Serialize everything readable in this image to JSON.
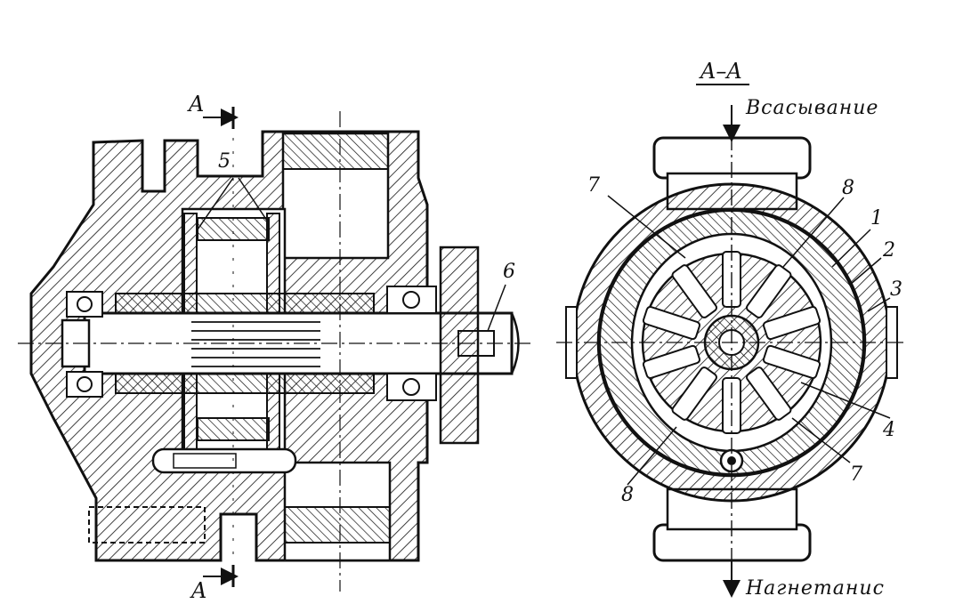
{
  "drawing": {
    "section_title": "A–A",
    "section_mark": "A",
    "flow_in": "Всасывание",
    "flow_out": "Нагнетанис",
    "callouts": {
      "n1": "1",
      "n2": "2",
      "n3": "3",
      "n4": "4",
      "n5": "5",
      "n6": "6",
      "n7": "7",
      "n8": "8"
    }
  },
  "colors": {
    "ink": "#111111",
    "paper": "#ffffff"
  }
}
